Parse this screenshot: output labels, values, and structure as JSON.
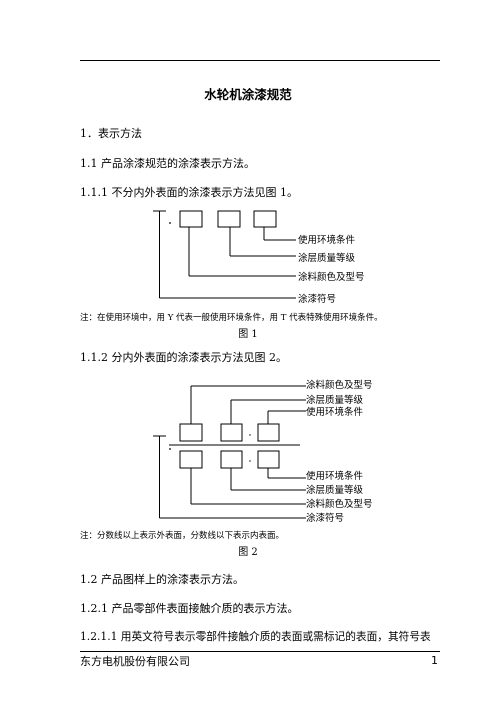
{
  "document": {
    "title": "水轮机涂漆规范",
    "sections": {
      "s1": "1．表示方法",
      "s1_1": "1.1 产品涂漆规范的涂漆表示方法。",
      "s1_1_1": "1.1.1 不分内外表面的涂漆表示方法见图 1。",
      "s1_1_2": "1.1.2 分内外表面的涂漆表示方法见图 2。",
      "s1_2": "1.2 产品图样上的涂漆表示方法。",
      "s1_2_1": "1.2.1 产品零部件表面接触介质的表示方法。",
      "s1_2_1_1": "1.2.1.1 用英文符号表示零部件接触介质的表面或需标记的表面，其符号表"
    },
    "figure1": {
      "symbol": "T",
      "labels": [
        "使用环境条件",
        "涂层质量等级",
        "涂料颜色及型号",
        "涂漆符号"
      ],
      "note": "注：在使用环境中，用 Y 代表一般使用环境条件，用 T 代表特殊使用环境条件。",
      "caption": "图 1"
    },
    "figure2": {
      "symbol": "T",
      "labels_top": [
        "涂料颜色及型号",
        "涂层质量等级",
        "使用环境条件"
      ],
      "labels_bottom": [
        "使用环境条件",
        "涂层质量等级",
        "涂料颜色及型号",
        "涂漆符号"
      ],
      "note": "注：分数线以上表示外表面，分数线以下表示内表面。",
      "caption": "图 2"
    },
    "footer": {
      "company": "东方电机股份有限公司",
      "page_number": "1"
    }
  }
}
